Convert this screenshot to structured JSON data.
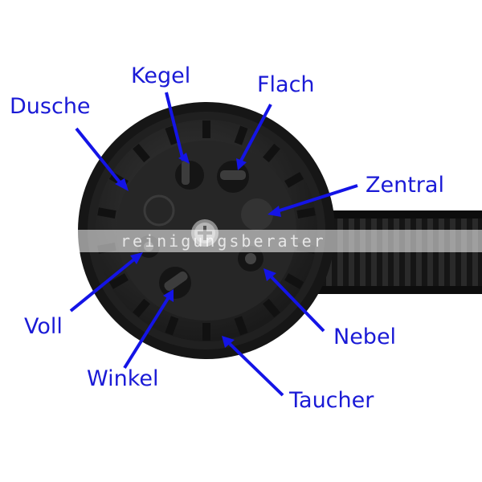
{
  "labels": {
    "kegel": "Kegel",
    "flach": "Flach",
    "dusche": "Dusche",
    "zentral": "Zentral",
    "voll": "Voll",
    "nebel": "Nebel",
    "winkel": "Winkel",
    "taucher": "Taucher"
  },
  "watermark": "reinigungsberater",
  "colors": {
    "label": "#1a1ad6",
    "arrow": "#1414e6",
    "nozzle_body": "#2b2b2b",
    "hose": "#1c1c1c"
  }
}
